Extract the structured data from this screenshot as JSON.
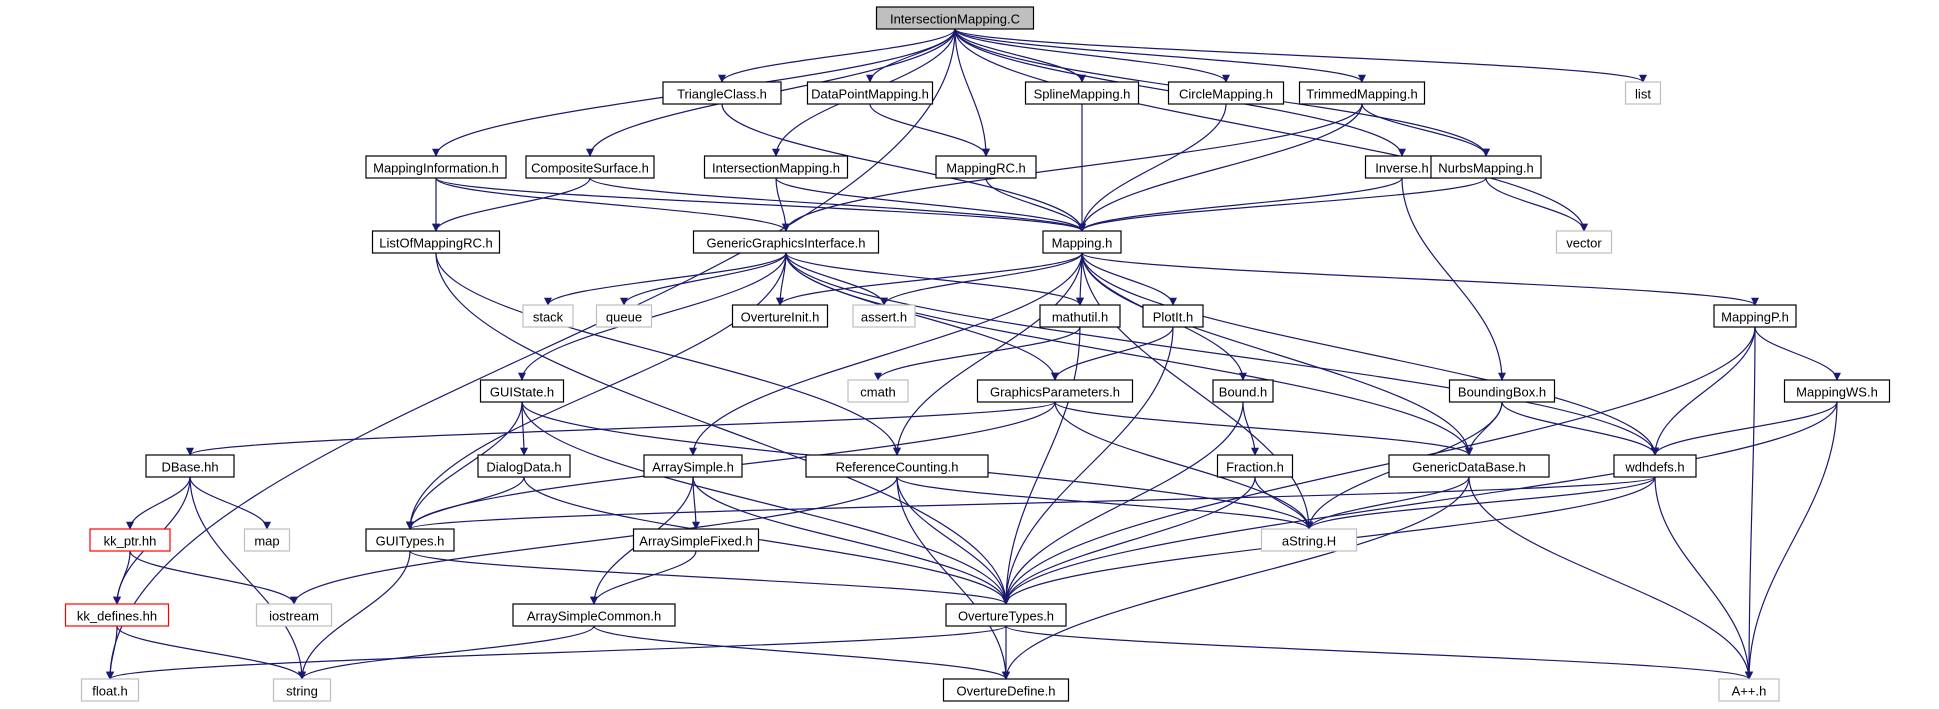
{
  "colors": {
    "edge": "#191970",
    "root_fill": "#bfbfbf",
    "missing_border": "#bfbfbf",
    "highlight_border": "#ff0000"
  },
  "nodes": {
    "root": "IntersectionMapping.C",
    "TriangleClass": "TriangleClass.h",
    "DataPointMapping": "DataPointMapping.h",
    "SplineMapping": "SplineMapping.h",
    "CircleMapping": "CircleMapping.h",
    "TrimmedMapping": "TrimmedMapping.h",
    "list": "list",
    "MappingInformation": "MappingInformation.h",
    "CompositeSurface": "CompositeSurface.h",
    "IntersectionMappingH": "IntersectionMapping.h",
    "MappingRC": "MappingRC.h",
    "Inverse": "Inverse.h",
    "NurbsMapping": "NurbsMapping.h",
    "ListOfMappingRC": "ListOfMappingRC.h",
    "GenericGraphicsInterface": "GenericGraphicsInterface.h",
    "Mapping": "Mapping.h",
    "vector": "vector",
    "stack": "stack",
    "queue": "queue",
    "OvertureInit": "OvertureInit.h",
    "assert": "assert.h",
    "mathutil": "mathutil.h",
    "PlotIt": "PlotIt.h",
    "MappingP": "MappingP.h",
    "cmath": "cmath",
    "GUIState": "GUIState.h",
    "GraphicsParameters": "GraphicsParameters.h",
    "Bound": "Bound.h",
    "BoundingBox": "BoundingBox.h",
    "MappingWS": "MappingWS.h",
    "DBase": "DBase.hh",
    "DialogData": "DialogData.h",
    "ArraySimple": "ArraySimple.h",
    "ReferenceCounting": "ReferenceCounting.h",
    "Fraction": "Fraction.h",
    "GenericDataBase": "GenericDataBase.h",
    "wdhdefs": "wdhdefs.h",
    "kk_ptr": "kk_ptr.hh",
    "map": "map",
    "GUITypes": "GUITypes.h",
    "ArraySimpleFixed": "ArraySimpleFixed.h",
    "aString": "aString.H",
    "kk_defines": "kk_defines.hh",
    "iostream": "iostream",
    "ArraySimpleCommon": "ArraySimpleCommon.h",
    "OvertureTypes": "OvertureTypes.h",
    "float": "float.h",
    "string": "string",
    "OvertureDefine": "OvertureDefine.h",
    "App": "A++.h"
  }
}
